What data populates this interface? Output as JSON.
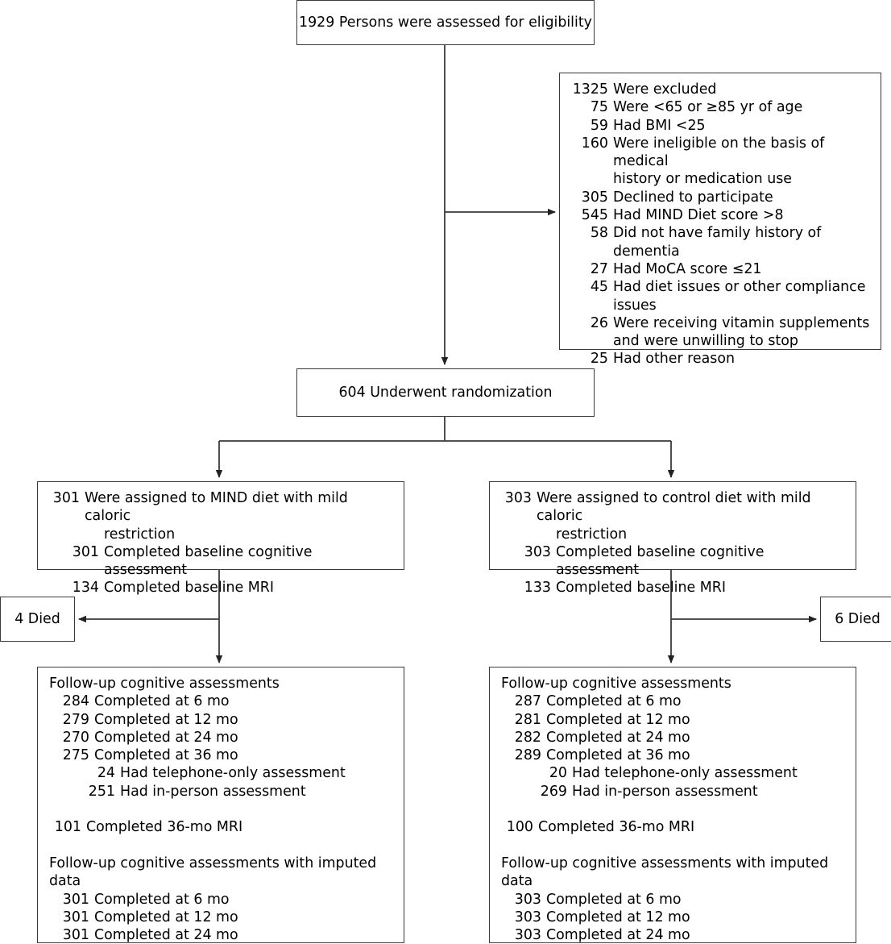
{
  "diagram": {
    "type": "consort-flow-diagram",
    "screened": {
      "text": "1929 Persons were assessed for eligibility",
      "count": "1929",
      "label": "Persons were assessed for eligibility"
    },
    "excluded": {
      "header_num": "1325",
      "header_label": "Were excluded",
      "reasons": [
        {
          "num": "75",
          "label": "Were <65 or ≥85 yr of age"
        },
        {
          "num": "59",
          "label": "Had BMI <25"
        },
        {
          "num": "160",
          "label": "Were ineligible on the basis of medical",
          "cont": "history or medication use"
        },
        {
          "num": "305",
          "label": "Declined to participate"
        },
        {
          "num": "545",
          "label": "Had MIND Diet score >8"
        },
        {
          "num": "58",
          "label": "Did not have family history of dementia"
        },
        {
          "num": "27",
          "label": "Had MoCA score ≤21"
        },
        {
          "num": "45",
          "label": "Had diet issues or other compliance",
          "cont": "issues"
        },
        {
          "num": "26",
          "label": "Were receiving vitamin supplements",
          "cont": "and were unwilling to stop"
        },
        {
          "num": "25",
          "label": "Had other reason"
        }
      ]
    },
    "randomized": {
      "text": "604 Underwent randomization",
      "count": "604",
      "label": "Underwent randomization"
    },
    "arms": [
      {
        "side": "left",
        "allocation": {
          "num": "301",
          "label": "Were assigned to MIND diet with mild caloric",
          "cont": "restriction",
          "items": [
            {
              "num": "301",
              "label": "Completed baseline cognitive assessment"
            },
            {
              "num": "134",
              "label": "Completed baseline MRI"
            }
          ]
        },
        "died": {
          "num": "4",
          "label": "Died",
          "text": "4 Died"
        },
        "followup": {
          "header": "Follow-up cognitive assessments",
          "items": [
            {
              "num": "284",
              "label": "Completed at 6 mo"
            },
            {
              "num": "279",
              "label": "Completed at 12 mo"
            },
            {
              "num": "270",
              "label": "Completed at 24 mo"
            },
            {
              "num": "275",
              "label": "Completed at 36 mo"
            }
          ],
          "subitems": [
            {
              "num": "24",
              "label": "Had telephone-only assessment"
            },
            {
              "num": "251",
              "label": "Had in-person assessment"
            }
          ],
          "mri": {
            "num": "101",
            "label": "Completed 36-mo MRI"
          },
          "imputed_header": "Follow-up cognitive assessments with imputed data",
          "imputed_items": [
            {
              "num": "301",
              "label": "Completed at 6 mo"
            },
            {
              "num": "301",
              "label": "Completed at 12 mo"
            },
            {
              "num": "301",
              "label": "Completed at 24 mo"
            }
          ]
        }
      },
      {
        "side": "right",
        "allocation": {
          "num": "303",
          "label": "Were assigned to control diet with mild caloric",
          "cont": "restriction",
          "items": [
            {
              "num": "303",
              "label": "Completed baseline cognitive assessment"
            },
            {
              "num": "133",
              "label": "Completed baseline MRI"
            }
          ]
        },
        "died": {
          "num": "6",
          "label": "Died",
          "text": "6 Died"
        },
        "followup": {
          "header": "Follow-up cognitive assessments",
          "items": [
            {
              "num": "287",
              "label": "Completed at 6 mo"
            },
            {
              "num": "281",
              "label": "Completed at 12 mo"
            },
            {
              "num": "282",
              "label": "Completed at 24 mo"
            },
            {
              "num": "289",
              "label": "Completed at 36 mo"
            }
          ],
          "subitems": [
            {
              "num": "20",
              "label": "Had telephone-only assessment"
            },
            {
              "num": "269",
              "label": "Had in-person assessment"
            }
          ],
          "mri": {
            "num": "100",
            "label": "Completed 36-mo MRI"
          },
          "imputed_header": "Follow-up cognitive assessments with imputed data",
          "imputed_items": [
            {
              "num": "303",
              "label": "Completed at 6 mo"
            },
            {
              "num": "303",
              "label": "Completed at 12 mo"
            },
            {
              "num": "303",
              "label": "Completed at 24 mo"
            }
          ]
        }
      }
    ],
    "colors": {
      "stroke": "#3a3a3a",
      "text": "#000000",
      "background": "#ffffff"
    }
  }
}
